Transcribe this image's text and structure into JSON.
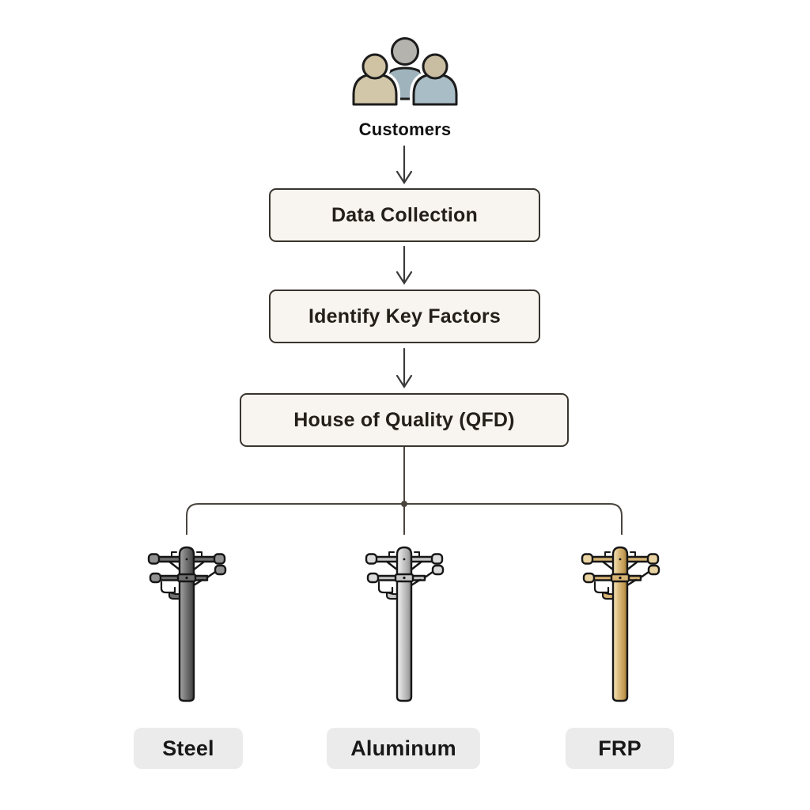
{
  "diagram": {
    "source": {
      "label": "Customers",
      "icon": "people-group-icon"
    },
    "steps": [
      {
        "label": "Data Collection"
      },
      {
        "label": "Identify Key Factors"
      },
      {
        "label": "House of Quality (QFD)"
      }
    ],
    "alternatives": [
      {
        "label": "Steel",
        "icon": "utility-pole-steel-icon",
        "pole_color": "#6f6f6f"
      },
      {
        "label": "Aluminum",
        "icon": "utility-pole-aluminum-icon",
        "pole_color": "#c6c6c6"
      },
      {
        "label": "FRP",
        "icon": "utility-pole-frp-icon",
        "pole_color": "#ddbd80"
      }
    ],
    "colors": {
      "node_fill": "#f8f4ef",
      "node_border": "#39342e",
      "connector": "#4a453f",
      "arrow": "#3a3a3a",
      "label_pill_fill": "#ebebeb",
      "text": "#1e1c19"
    }
  }
}
